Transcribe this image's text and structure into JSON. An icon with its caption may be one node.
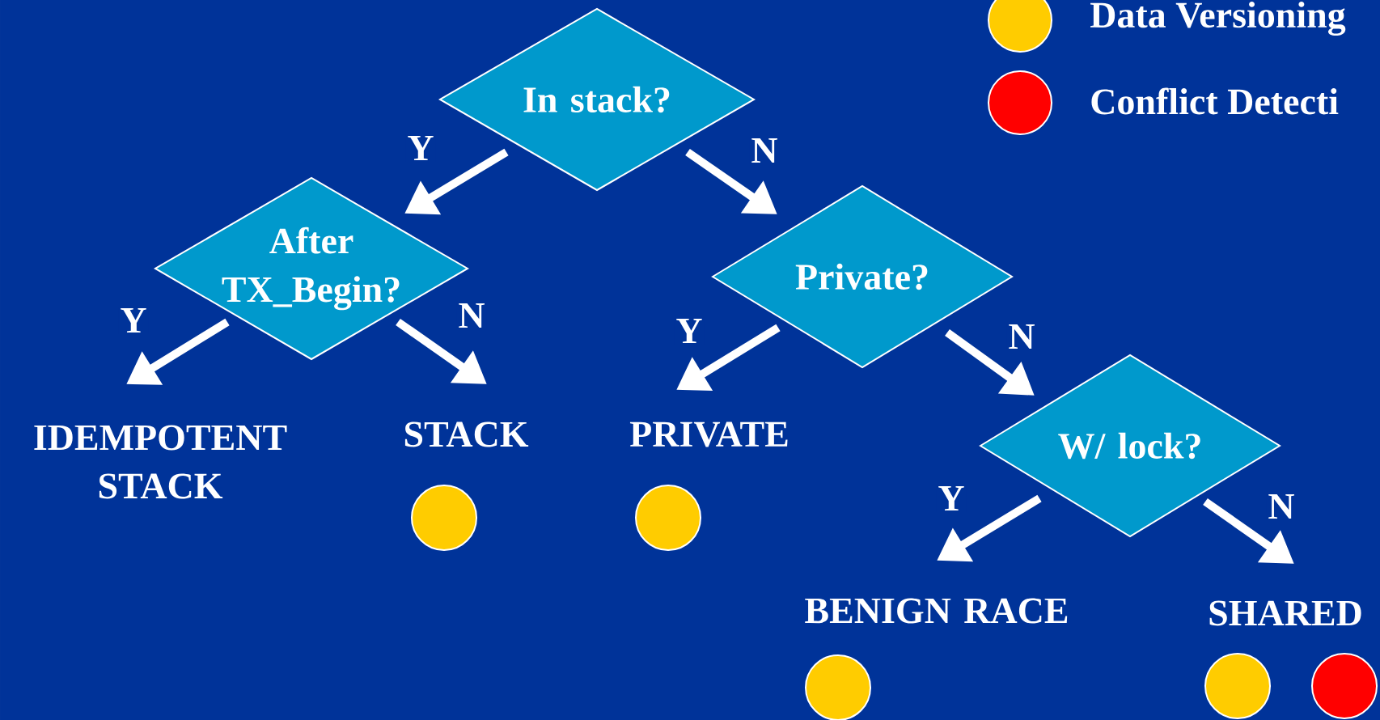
{
  "diagram": {
    "nodes": [
      {
        "text": [
          "In stack?"
        ]
      },
      {
        "text": [
          "After TX_Begin?"
        ]
      },
      {
        "text": [
          "Private?"
        ]
      },
      {
        "text": [
          "IDEMPOTENT STACK"
        ]
      },
      {
        "text": [
          "STACK"
        ]
      },
      {
        "text": [
          "PRIVATE"
        ]
      },
      {
        "text": [
          "W/ lock?"
        ]
      },
      {
        "text": [
          "BENIGN RACE"
        ]
      },
      {
        "text": [
          "SHARED"
        ]
      },
      {
        "text": [],
        "shape": "circle"
      },
      {
        "text": [],
        "shape": "circle"
      },
      {
        "text": [],
        "shape": "circle"
      },
      {
        "text": [],
        "shape": "circle"
      },
      {
        "text": [],
        "shape": "circle"
      }
    ],
    "edges": [
      {
        "from": 0,
        "to": 1,
        "arrow": "to",
        "label": "Y"
      },
      {
        "from": 0,
        "to": 2,
        "arrow": "to",
        "label": "N"
      },
      {
        "from": 1,
        "to": 3,
        "arrow": "to",
        "label": "Y"
      },
      {
        "from": 1,
        "to": 4,
        "arrow": "to",
        "label": "N"
      },
      {
        "from": 2,
        "to": 5,
        "arrow": "to",
        "label": "Y"
      },
      {
        "from": 2,
        "to": 6,
        "arrow": "to",
        "label": "N"
      },
      {
        "from": 6,
        "to": 7,
        "arrow": "to",
        "label": "Y"
      },
      {
        "from": 6,
        "to": 8,
        "arrow": "to",
        "label": "N"
      }
    ],
    "legend": [
      {
        "text": "Data Versioning",
        "color": "#ffcc00"
      },
      {
        "text": "Conflict Detecti",
        "color": "#ff0000"
      }
    ]
  }
}
